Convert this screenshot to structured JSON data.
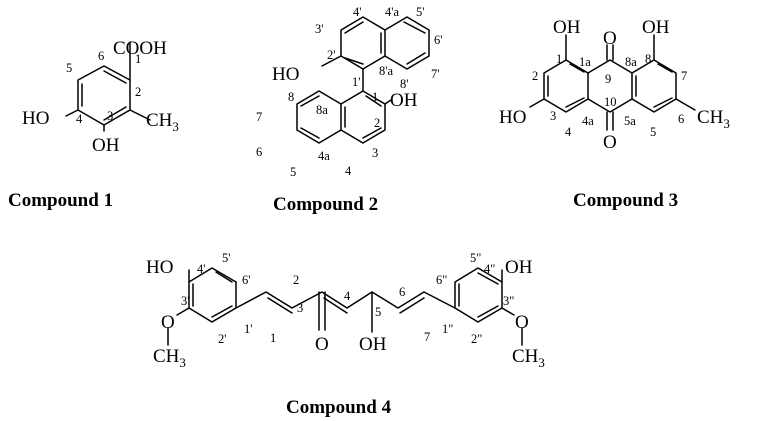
{
  "compounds": [
    {
      "caption": "Compound 1",
      "groups": {
        "cooh": "COOH",
        "ch3": "CH",
        "ch3_sub": "3",
        "oh4": "HO",
        "oh3": "OH"
      },
      "numbers": {
        "c1": "1",
        "c2": "2",
        "c3": "3",
        "c4": "4",
        "c5": "5",
        "c6": "6"
      }
    },
    {
      "caption": "Compound 2",
      "groups": {
        "oh2p": "HO",
        "oh2": "OH"
      },
      "numbers": {
        "c1": "1",
        "c2": "2",
        "c3": "3",
        "c4": "4",
        "c4a": "4a",
        "c5": "5",
        "c6": "6",
        "c7": "7",
        "c8": "8",
        "c8a": "8a",
        "c1p": "1'",
        "c2p": "2'",
        "c3p": "3'",
        "c4p": "4'",
        "c4ap": "4'a",
        "c5p": "5'",
        "c6p": "6'",
        "c7p": "7'",
        "c8p": "8'",
        "c8ap": "8'a"
      }
    },
    {
      "caption": "Compound 3",
      "groups": {
        "oh1": "OH",
        "oh8": "OH",
        "oh3": "HO",
        "o9": "O",
        "o10": "O",
        "ch3": "CH",
        "ch3_sub": "3"
      },
      "numbers": {
        "c1": "1",
        "c1a": "1a",
        "c2": "2",
        "c3": "3",
        "c4": "4",
        "c4a": "4a",
        "c5": "5",
        "c5a": "5a",
        "c6": "6",
        "c7": "7",
        "c8": "8",
        "c8a": "8a",
        "c9": "9",
        "c10": "10"
      }
    },
    {
      "caption": "Compound 4",
      "groups": {
        "oh4p": "HO",
        "oh4pp": "OH",
        "o3p": "O",
        "o3pp": "O",
        "ch3p": "CH",
        "ch3p_sub": "3",
        "ch3pp": "CH",
        "ch3pp_sub": "3",
        "o3": "O",
        "oh5": "OH"
      },
      "numbers": {
        "c1": "1",
        "c2": "2",
        "c3": "3",
        "c4": "4",
        "c5": "5",
        "c6": "6",
        "c7": "7",
        "c1p": "1'",
        "c2p": "2'",
        "c3p": "3'",
        "c4p": "4'",
        "c5p": "5'",
        "c6p": "6'",
        "c1pp": "1\"",
        "c2pp": "2\"",
        "c3pp": "3\"",
        "c4pp": "4\"",
        "c5pp": "5\"",
        "c6pp": "6\""
      }
    }
  ]
}
